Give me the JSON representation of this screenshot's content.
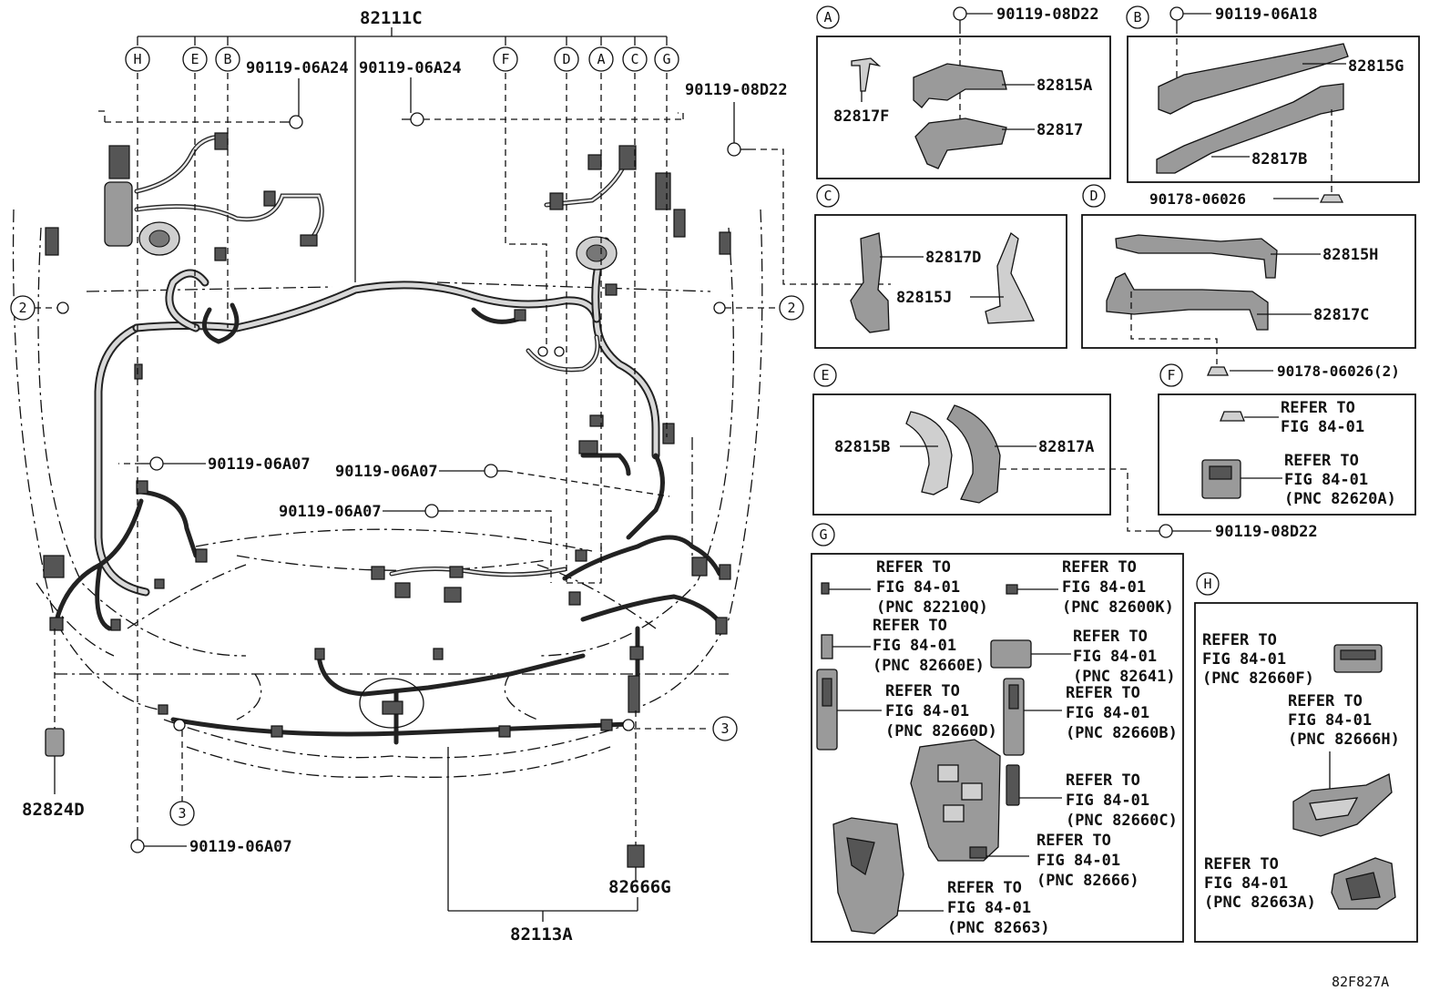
{
  "main_labels": {
    "top_harness": "82111C",
    "bottom_harness": "82113A",
    "left_part": "82824D",
    "bottom_part": "82666G",
    "figure_code": "82F827A"
  },
  "callouts_main": {
    "c1": "90119-06A24",
    "c2": "90119-06A24",
    "c3": "90119-08D22",
    "c4": "90119-06A07",
    "c5": "90119-06A07",
    "c6": "90119-06A07",
    "c7": "90119-06A07",
    "c8": "90119-08D22"
  },
  "top_letters": [
    "H",
    "E",
    "B",
    "F",
    "D",
    "A",
    "C",
    "G"
  ],
  "numbers": {
    "two": "2",
    "three": "3"
  },
  "panel_a": {
    "letter": "A",
    "bolt": "90119-08D22",
    "p1": "82815A",
    "p2": "82817",
    "p3": "82817F"
  },
  "panel_b": {
    "letter": "B",
    "bolt": "90119-06A18",
    "p1": "82815G",
    "p2": "82817B",
    "clip": "90178-06026"
  },
  "panel_c": {
    "letter": "C",
    "p1": "82817D",
    "p2": "82815J"
  },
  "panel_d": {
    "letter": "D",
    "p1": "82815H",
    "p2": "82817C",
    "clip": "90178-06026(2)"
  },
  "panel_e": {
    "letter": "E",
    "p1": "82815B",
    "p2": "82817A"
  },
  "panel_f": {
    "letter": "F",
    "r1a": "REFER TO",
    "r1b": "FIG 84-01",
    "r2a": "REFER TO",
    "r2b": "FIG 84-01",
    "r2c": "(PNC 82620A)"
  },
  "panel_g": {
    "letter": "G",
    "refs": [
      {
        "a": "REFER TO",
        "b": "FIG 84-01",
        "c": "(PNC 82210Q)"
      },
      {
        "a": "REFER TO",
        "b": "FIG 84-01",
        "c": "(PNC 82600K)"
      },
      {
        "a": "REFER TO",
        "b": "FIG 84-01",
        "c": "(PNC 82660E)"
      },
      {
        "a": "REFER TO",
        "b": "FIG 84-01",
        "c": "(PNC 82641)"
      },
      {
        "a": "REFER TO",
        "b": "FIG 84-01",
        "c": "(PNC 82660D)"
      },
      {
        "a": "REFER TO",
        "b": "FIG 84-01",
        "c": "(PNC 82660B)"
      },
      {
        "a": "REFER TO",
        "b": "FIG 84-01",
        "c": "(PNC 82660C)"
      },
      {
        "a": "REFER TO",
        "b": "FIG 84-01",
        "c": "(PNC 82666)"
      },
      {
        "a": "REFER TO",
        "b": "FIG 84-01",
        "c": "(PNC 82663)"
      }
    ]
  },
  "panel_g_bolt": "90119-08D22",
  "panel_h": {
    "letter": "H",
    "refs": [
      {
        "a": "REFER TO",
        "b": "FIG 84-01",
        "c": "(PNC 82660F)"
      },
      {
        "a": "REFER TO",
        "b": "FIG 84-01",
        "c": "(PNC 82666H)"
      },
      {
        "a": "REFER TO",
        "b": "FIG 84-01",
        "c": "(PNC 82663A)"
      }
    ]
  }
}
